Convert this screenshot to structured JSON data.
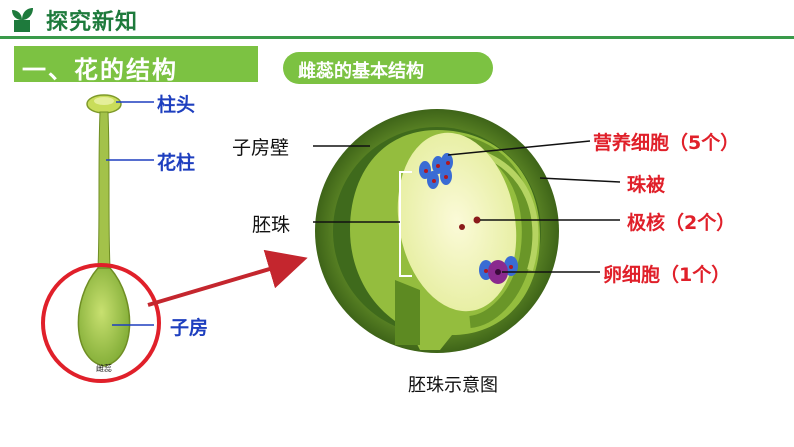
{
  "header": {
    "title": "探究新知"
  },
  "section": {
    "title": "一、花的结构",
    "pill": "雌蕊的基本结构"
  },
  "pistil": {
    "caption": "雌蕊",
    "labels": {
      "stigma": "柱头",
      "style": "花柱",
      "ovary": "子房"
    }
  },
  "ovule_diagram": {
    "caption": "胚珠示意图",
    "labels": {
      "ovary_wall": "子房壁",
      "ovule": "胚珠",
      "vegetative_cells": "营养细胞（5个）",
      "integument": "珠被",
      "polar_nuclei": "极核（2个）",
      "egg_cell": "卵细胞（1个）"
    }
  },
  "colors": {
    "title_green": "#1e7a3c",
    "accent_green": "#7cc242",
    "label_blue": "#1e3fbf",
    "label_red": "#e0202a",
    "arrow_red": "#c4262e"
  }
}
